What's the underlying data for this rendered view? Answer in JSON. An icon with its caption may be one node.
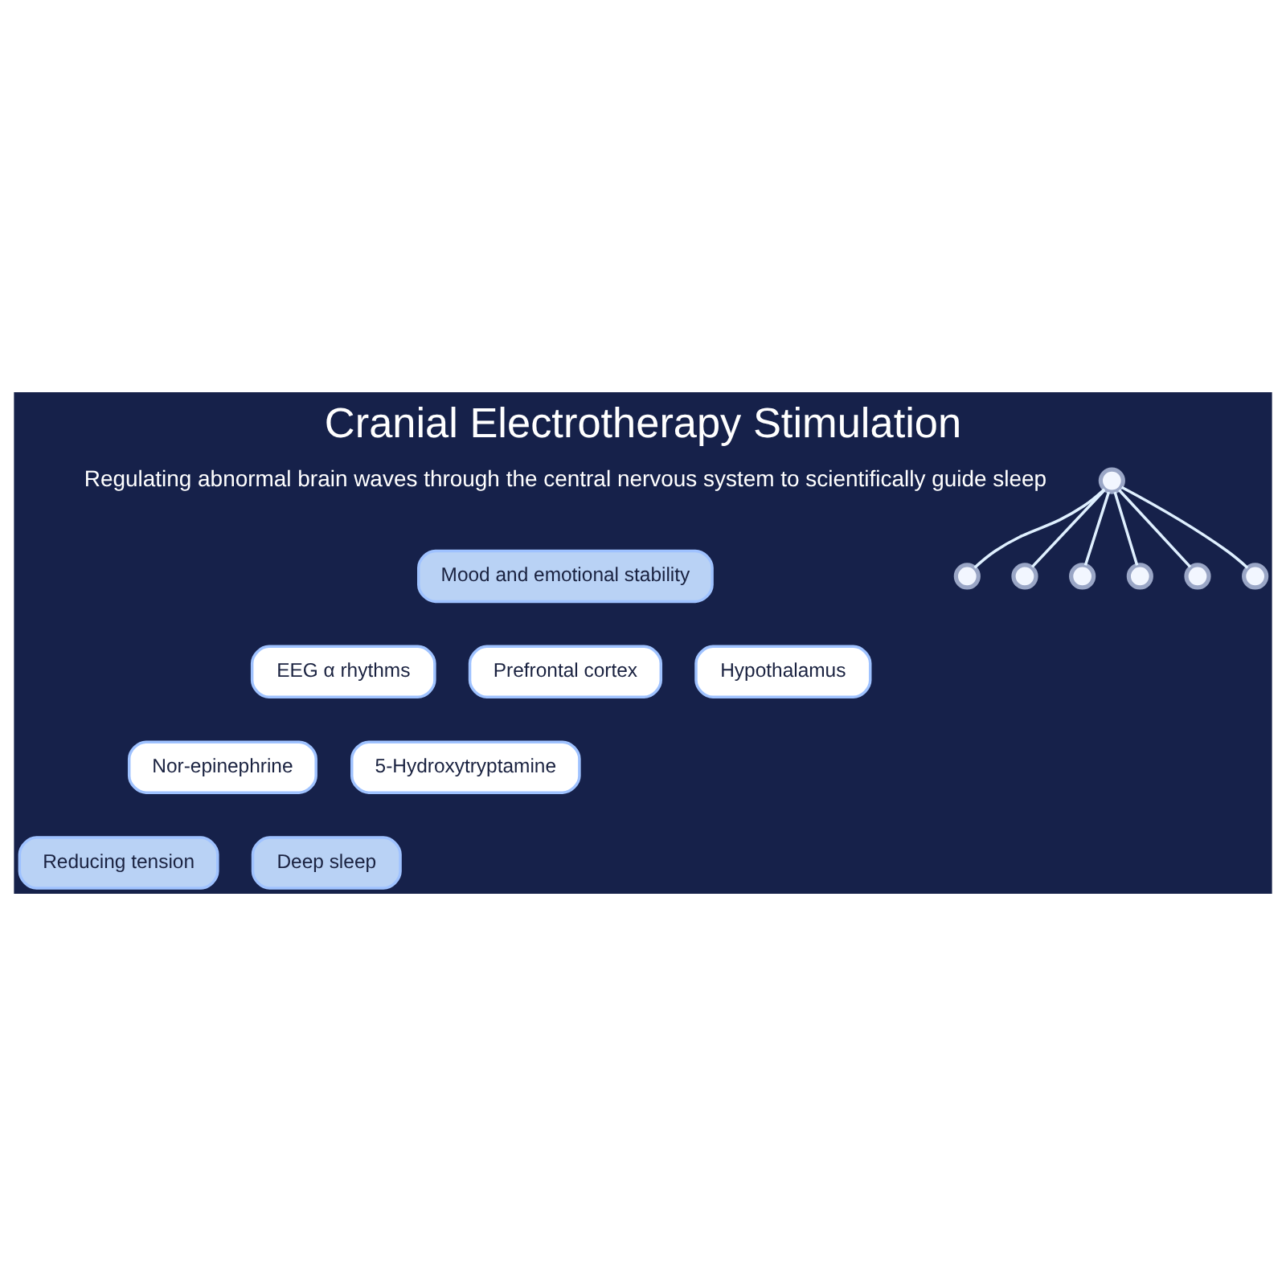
{
  "diagram": {
    "title": "Cranial Electrotherapy Stimulation",
    "nodes": [
      {
        "text": [
          "Mood and emotional stability"
        ]
      },
      {
        "text": [
          "EEG α rhythms"
        ]
      },
      {
        "text": [
          "Prefrontal cortex"
        ]
      },
      {
        "text": [
          "Hypothalamus"
        ]
      },
      {
        "text": [
          "Nor-epinephrine"
        ]
      },
      {
        "text": [
          "5-Hydroxytryptamine"
        ]
      },
      {
        "text": [
          "Reducing tension"
        ]
      },
      {
        "text": [
          "Deep sleep"
        ]
      },
      {
        "text": [],
        "shape": "circle"
      },
      {
        "text": [],
        "shape": "circle"
      },
      {
        "text": [],
        "shape": "circle"
      },
      {
        "text": [],
        "shape": "circle"
      },
      {
        "text": [],
        "shape": "circle"
      },
      {
        "text": [],
        "shape": "circle"
      },
      {
        "text": [],
        "shape": "circle"
      }
    ],
    "edges": [
      {
        "from": 14,
        "to": 8,
        "arrow": "none"
      },
      {
        "from": 14,
        "to": 9,
        "arrow": "none"
      },
      {
        "from": 14,
        "to": 10,
        "arrow": "none"
      },
      {
        "from": 14,
        "to": 11,
        "arrow": "none"
      },
      {
        "from": 14,
        "to": 12,
        "arrow": "none"
      },
      {
        "from": 14,
        "to": 13,
        "arrow": "none"
      }
    ],
    "labels": [
      "Regulating abnormal brain waves through the central nervous system to scientifically guide sleep"
    ]
  }
}
